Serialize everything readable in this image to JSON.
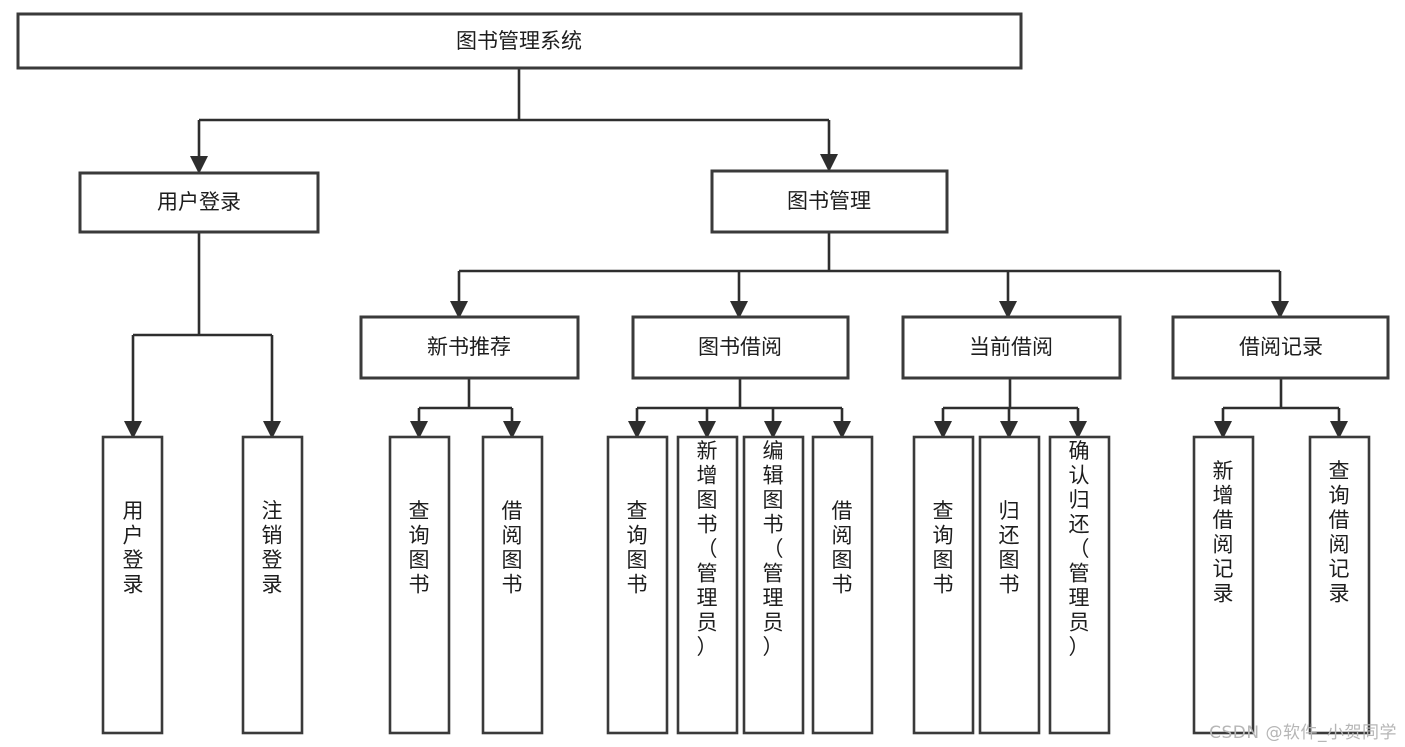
{
  "diagram": {
    "type": "tree-hierarchy-chart",
    "title": "图书管理系统",
    "colors": {
      "background": "#ffffff",
      "box_stroke": "#3a3a3a",
      "connector": "#2e2e2e",
      "text": "#1d1d1d",
      "watermark": "#b6b6b6"
    },
    "root": {
      "id": "root",
      "label": "图书管理系统",
      "orientation": "horizontal"
    },
    "level2": [
      {
        "id": "user-login",
        "label": "用户登录",
        "orientation": "horizontal"
      },
      {
        "id": "book-manage",
        "label": "图书管理",
        "orientation": "horizontal"
      }
    ],
    "level3": [
      {
        "id": "new-book-recommend",
        "label": "新书推荐",
        "orientation": "horizontal",
        "parent": "book-manage"
      },
      {
        "id": "book-borrow",
        "label": "图书借阅",
        "orientation": "horizontal",
        "parent": "book-manage"
      },
      {
        "id": "current-borrow",
        "label": "当前借阅",
        "orientation": "horizontal",
        "parent": "book-manage"
      },
      {
        "id": "borrow-record",
        "label": "借阅记录",
        "orientation": "horizontal",
        "parent": "book-manage"
      }
    ],
    "leaves": [
      {
        "id": "leaf-user-login",
        "label": "用户登录",
        "orientation": "vertical",
        "parent": "user-login"
      },
      {
        "id": "leaf-user-logout",
        "label": "注销登录",
        "orientation": "vertical",
        "parent": "user-login"
      },
      {
        "id": "leaf-query-book-1",
        "label": "查询图书",
        "orientation": "vertical",
        "parent": "new-book-recommend"
      },
      {
        "id": "leaf-borrow-book-1",
        "label": "借阅图书",
        "orientation": "vertical",
        "parent": "new-book-recommend"
      },
      {
        "id": "leaf-query-book-2",
        "label": "查询图书",
        "orientation": "vertical",
        "parent": "book-borrow"
      },
      {
        "id": "leaf-add-book",
        "label": "新增图书（管理员）",
        "orientation": "vertical",
        "parent": "book-borrow"
      },
      {
        "id": "leaf-edit-book",
        "label": "编辑图书（管理员）",
        "orientation": "vertical",
        "parent": "book-borrow"
      },
      {
        "id": "leaf-borrow-book-2",
        "label": "借阅图书",
        "orientation": "vertical",
        "parent": "book-borrow"
      },
      {
        "id": "leaf-query-book-3",
        "label": "查询图书",
        "orientation": "vertical",
        "parent": "current-borrow"
      },
      {
        "id": "leaf-return-book",
        "label": "归还图书",
        "orientation": "vertical",
        "parent": "current-borrow"
      },
      {
        "id": "leaf-confirm-return",
        "label": "确认归还（管理员）",
        "orientation": "vertical",
        "parent": "current-borrow"
      },
      {
        "id": "leaf-add-record",
        "label": "新增借阅记录",
        "orientation": "vertical",
        "parent": "borrow-record"
      },
      {
        "id": "leaf-query-record",
        "label": "查询借阅记录",
        "orientation": "vertical",
        "parent": "borrow-record"
      }
    ]
  },
  "watermark": {
    "text": "CSDN @软件_小贺同学"
  }
}
